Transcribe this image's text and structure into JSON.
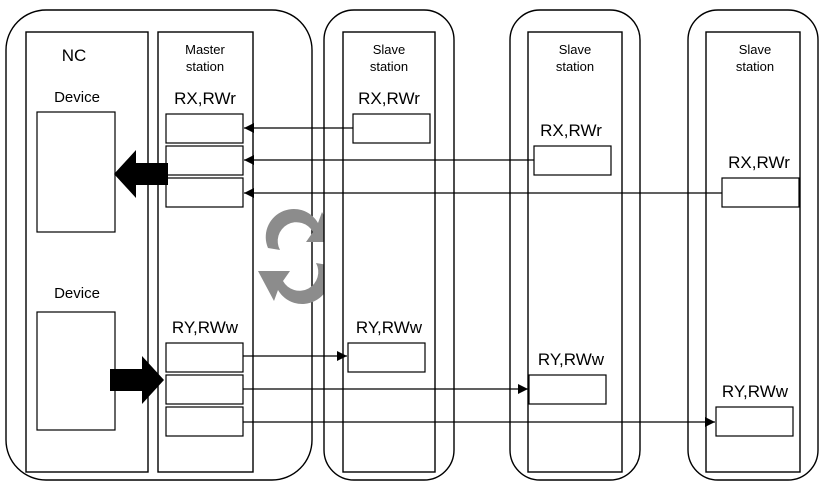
{
  "nc": {
    "title": "NC",
    "device_read_label": "Device",
    "device_write_label": "Device"
  },
  "master": {
    "title_line1": "Master",
    "title_line2": "station",
    "read_label": "RX,RWr",
    "write_label": "RY,RWw"
  },
  "slaves": [
    {
      "title_line1": "Slave",
      "title_line2": "station",
      "read_label": "RX,RWr",
      "write_label": "RY,RWw"
    },
    {
      "title_line1": "Slave",
      "title_line2": "station",
      "read_label": "RX,RWr",
      "write_label": "RY,RWw"
    },
    {
      "title_line1": "Slave",
      "title_line2": "station",
      "read_label": "RX,RWr",
      "write_label": "RY,RWw"
    }
  ],
  "colors": {
    "line": "#000000",
    "cycle_arrows": "#8c8c8c",
    "transfer_arrows": "#000000"
  },
  "icons": {
    "cycle": "refresh-cycle-icon",
    "transfer_read": "thick-left-arrow-icon",
    "transfer_write": "thick-right-arrow-icon"
  }
}
